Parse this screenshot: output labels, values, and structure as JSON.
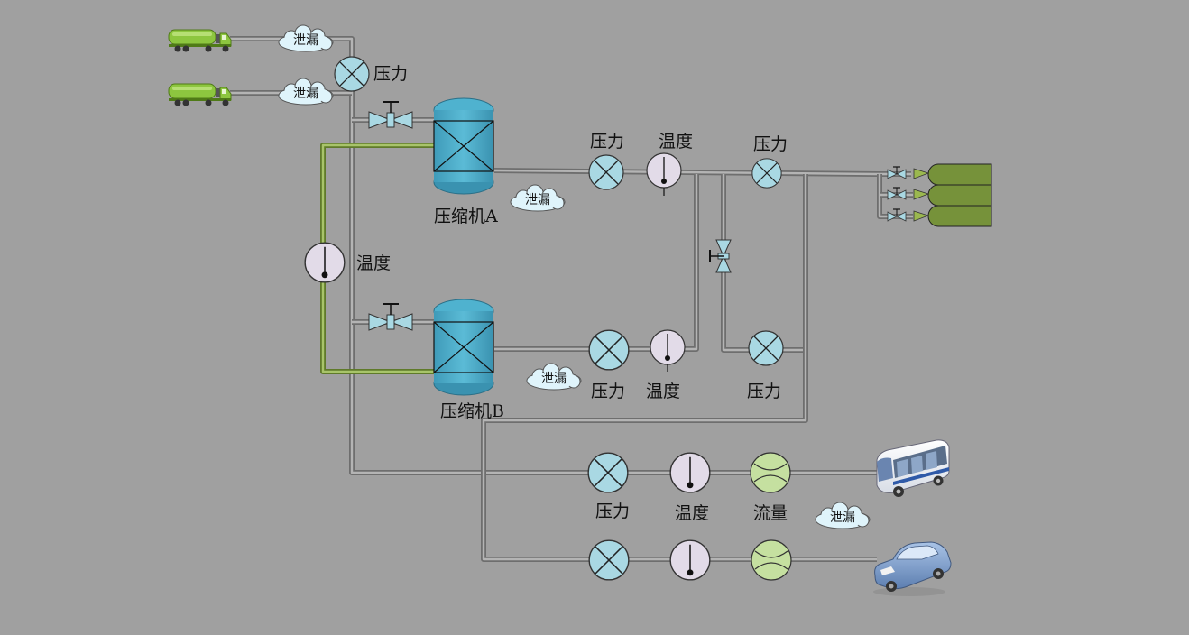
{
  "labels": {
    "pressure": "压力",
    "temperature": "温度",
    "flow": "流量",
    "leak": "泄漏",
    "compressor_a": "压缩机A",
    "compressor_b": "压缩机B"
  },
  "colors": {
    "background": "#a0a0a0",
    "pipe": "#b4b4b4",
    "pipe_green": "#a8c46a",
    "compressor": "#47a9c6",
    "pressure_gauge": "#a9d8e3",
    "temperature_gauge": "#e2dbe8",
    "flow_gauge": "#c5e0a0",
    "storage_tank": "#76923a",
    "tank_truck": "#8dc63f"
  },
  "icons": [
    "tank-truck-icon",
    "leak-cloud-icon",
    "pressure-gauge-icon",
    "temperature-gauge-icon",
    "flow-meter-icon",
    "valve-icon",
    "compressor-icon",
    "storage-cylinder-icon",
    "bus-icon",
    "car-icon"
  ]
}
